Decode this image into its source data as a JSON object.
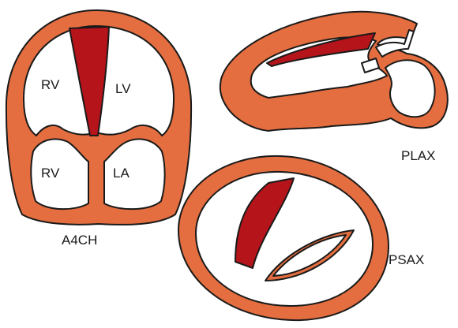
{
  "views": {
    "a4ch": {
      "caption": "A4CH",
      "chambers": {
        "top_left": "RV",
        "top_right": "LV",
        "bottom_left": "RV",
        "bottom_right": "LA"
      }
    },
    "plax": {
      "caption": "PLAX"
    },
    "psax": {
      "caption": "PSAX"
    }
  },
  "colors": {
    "myocardium": "#E46E3F",
    "highlighted_segment": "#B5141B",
    "outline": "#1a1a1a",
    "cavity": "#ffffff"
  }
}
